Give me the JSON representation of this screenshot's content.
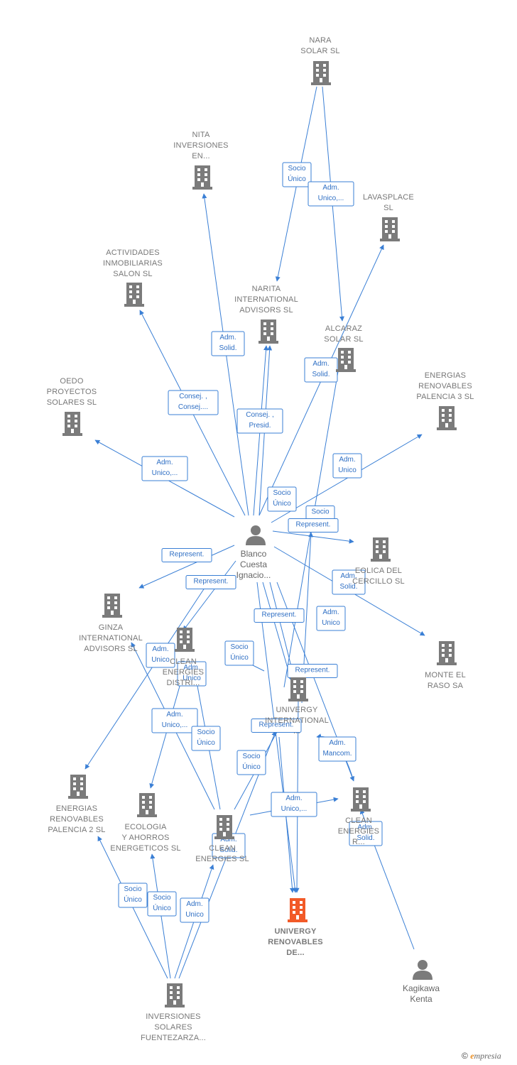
{
  "colors": {
    "edge": "#3a7fd5",
    "company": "#7b7b7b",
    "focus_company": "#f25a28",
    "person": "#7b7b7b",
    "label": "#777777"
  },
  "nodes": [
    {
      "id": "nara",
      "type": "company",
      "lines": [
        "NARA",
        "SOLAR  SL"
      ]
    },
    {
      "id": "nita",
      "type": "company",
      "lines": [
        "NITA",
        "INVERSIONES",
        "EN..."
      ]
    },
    {
      "id": "lavasplace",
      "type": "company",
      "lines": [
        "LAVASPLACE",
        "SL"
      ]
    },
    {
      "id": "actividades",
      "type": "company",
      "lines": [
        "ACTIVIDADES",
        "INMOBILIARIAS",
        "SALON SL"
      ]
    },
    {
      "id": "narita",
      "type": "company",
      "lines": [
        "NARITA",
        "INTERNATIONAL",
        "ADVISORS  SL"
      ]
    },
    {
      "id": "alcaraz",
      "type": "company",
      "lines": [
        "ALCARAZ",
        "SOLAR SL"
      ]
    },
    {
      "id": "oedo",
      "type": "company",
      "lines": [
        "OEDO",
        "PROYECTOS",
        "SOLARES  SL"
      ]
    },
    {
      "id": "energias3",
      "type": "company",
      "lines": [
        "ENERGIAS",
        "RENOVABLES",
        "PALENCIA 3 SL"
      ]
    },
    {
      "id": "blanco",
      "type": "person",
      "lines": [
        "Blanco",
        "Cuesta",
        "Ignacio..."
      ]
    },
    {
      "id": "eolica",
      "type": "company",
      "lines": [
        "EOLICA DEL",
        "CERCILLO SL"
      ]
    },
    {
      "id": "ginza",
      "type": "company",
      "lines": [
        "GINZA",
        "INTERNATIONAL",
        "ADVISORS  SL"
      ]
    },
    {
      "id": "clean_distr",
      "type": "company",
      "lines": [
        "CLEAN",
        "ENERGIES",
        "DISTRI..."
      ]
    },
    {
      "id": "monte",
      "type": "company",
      "lines": [
        "MONTE EL",
        "RASO SA"
      ]
    },
    {
      "id": "univergy_int",
      "type": "company",
      "lines": [
        "UNIVERGY",
        "INTERNATIONAL",
        "..."
      ]
    },
    {
      "id": "energias2",
      "type": "company",
      "lines": [
        "ENERGIAS",
        "RENOVABLES",
        "PALENCIA 2 SL"
      ]
    },
    {
      "id": "ecologia",
      "type": "company",
      "lines": [
        "ECOLOGIA",
        "Y AHORROS",
        "ENERGETICOS SL"
      ]
    },
    {
      "id": "clean_ener",
      "type": "company",
      "lines": [
        "CLEAN",
        "ENERGIES SL"
      ]
    },
    {
      "id": "clean_r",
      "type": "company",
      "lines": [
        "CLEAN",
        "ENERGIES",
        "R..."
      ]
    },
    {
      "id": "univergy_ren",
      "type": "company",
      "focus": true,
      "lines": [
        "UNIVERGY",
        "RENOVABLES",
        "DE..."
      ]
    },
    {
      "id": "kagikawa",
      "type": "person",
      "lines": [
        "Kagikawa",
        "Kenta"
      ]
    },
    {
      "id": "inversiones",
      "type": "company",
      "lines": [
        "INVERSIONES",
        "SOLARES",
        "FUENTEZARZA..."
      ]
    }
  ],
  "edge_labels": [
    [
      "Socio",
      "Único"
    ],
    [
      "Adm.",
      "Unico,..."
    ],
    [
      "Adm.",
      "Solid."
    ],
    [
      "Adm.",
      "Solid."
    ],
    [
      "Consej. ,",
      "Consej...."
    ],
    [
      "Consej. ,",
      "Presid."
    ],
    [
      "Adm.",
      "Unico,..."
    ],
    [
      "Adm.",
      "Unico"
    ],
    [
      "Socio",
      "Único"
    ],
    [
      "Socio",
      ""
    ],
    [
      "Represent."
    ],
    [
      "Represent."
    ],
    [
      "Represent."
    ],
    [
      "Adm.",
      "Solid."
    ],
    [
      "Represent."
    ],
    [
      "Adm.",
      "Unico"
    ],
    [
      "Socio",
      "Único"
    ],
    [
      "Adm.",
      "Unico"
    ],
    [
      "Adm.",
      "Unico"
    ],
    [
      "Represent."
    ],
    [
      "Adm.",
      "Unico,..."
    ],
    [
      "Socio",
      "Único"
    ],
    [
      "Represent."
    ],
    [
      "Adm.",
      "Mancom."
    ],
    [
      "Socio",
      "Único"
    ],
    [
      "Adm.",
      "Unico,..."
    ],
    [
      "Adm.",
      "Solid."
    ],
    [
      "Adm.",
      "Solid."
    ],
    [
      "Socio",
      "Único"
    ],
    [
      "Socio",
      "Único"
    ],
    [
      "Adm.",
      "Unico"
    ]
  ],
  "copyright": {
    "symbol": "©",
    "brand_initial": "e",
    "brand_rest": "mpresia"
  }
}
